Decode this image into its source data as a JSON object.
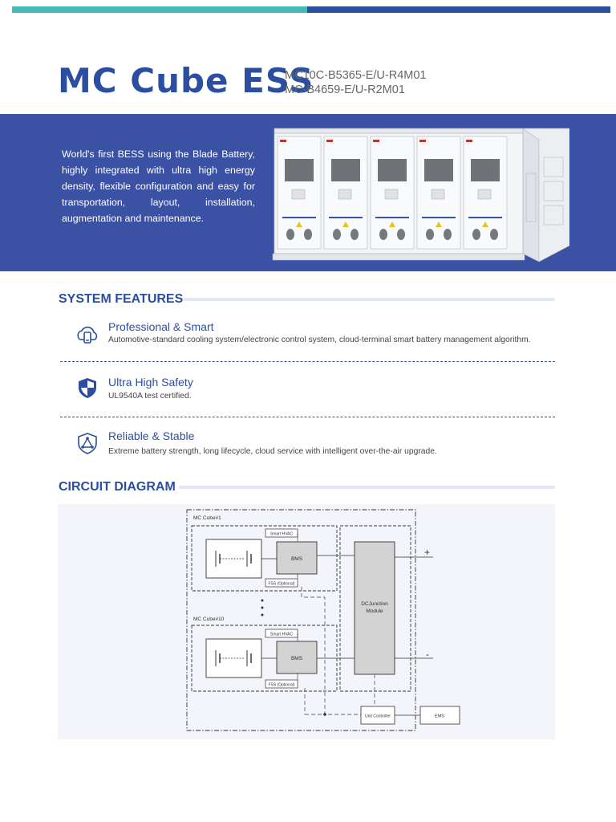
{
  "header": {
    "title": "MC Cube ESS",
    "models": [
      "MC10C-B5365-E/U-R4M01",
      "MC-B4659-E/U-R2M01"
    ]
  },
  "hero": {
    "description": "World's first BESS using the Blade Battery, highly integrated with ultra high energy density, flexible configuration and easy for transportation, layout, installation, augmentation and maintenance."
  },
  "features": {
    "heading": "SYSTEM FEATURES",
    "items": [
      {
        "title": "Professional & Smart",
        "desc": "Automotive-standard cooling system/electronic control system, cloud-terminal smart battery management algorithm.",
        "icon": "cloud-device-icon"
      },
      {
        "title": "Ultra High Safety",
        "desc": "UL9540A test certified.",
        "icon": "shield-icon"
      },
      {
        "title": "Reliable & Stable",
        "desc": "Extreme battery strength, long lifecycle, cloud service with intelligent over-the-air upgrade.",
        "icon": "triangle-shield-icon"
      }
    ]
  },
  "diagram": {
    "heading": "CIRCUIT DIAGRAM",
    "cube1": "MC Cube#1",
    "cube10": "MC Cube#10",
    "hvac": "Smart HVAC",
    "bms": "BMS",
    "fss": "FSS (Optional)",
    "dcj_line1": "DCJunction",
    "dcj_line2": "Module",
    "plus": "+",
    "minus": "-",
    "unit_controller": "Unit Controller",
    "ems": "EMS"
  },
  "colors": {
    "brand_navy": "#2c4ea0",
    "hero_blue": "#3b51a3",
    "teal": "#45b9b3"
  }
}
